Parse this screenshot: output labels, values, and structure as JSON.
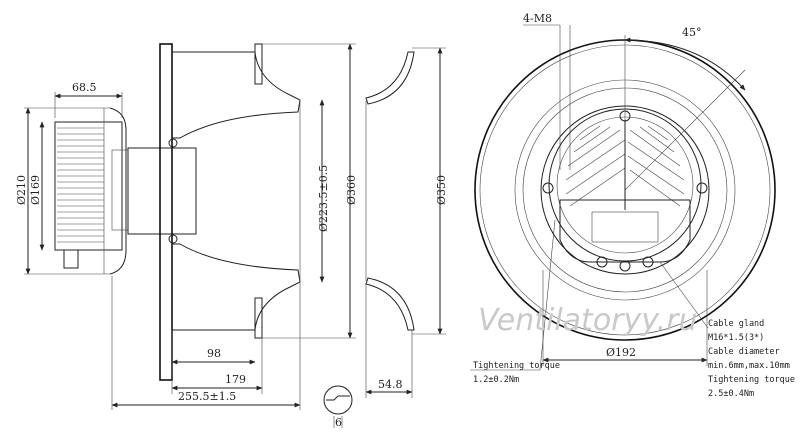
{
  "side_view": {
    "dim_68_5": "68.5",
    "dim_d210": "Ø210",
    "dim_d169": "Ø169",
    "dim_d223": "Ø223.5±0.5",
    "dim_d360": "Ø360",
    "dim_98": "98",
    "dim_179": "179",
    "dim_255": "255.5±1.5"
  },
  "inlet_ring": {
    "dim_d350": "Ø350",
    "dim_54_8": "54.8",
    "dim_6": "6"
  },
  "front_view": {
    "dim_4m8": "4-M8",
    "dim_45": "45°",
    "dim_d192": "Ø192",
    "cable_gland_title": "Cable gland",
    "cable_gland_spec": "M16*1.5(3*)",
    "cable_diameter_title": "Cable diameter",
    "cable_diameter_spec": "min.6mm,max.10mm",
    "torque_gland_title": "Tightening torque",
    "torque_gland_value": "2.5±0.4Nm",
    "torque_mount_title": "Tightening torque",
    "torque_mount_value": "1.2±0.2Nm"
  },
  "watermark": "Ventilatoryy.ru"
}
